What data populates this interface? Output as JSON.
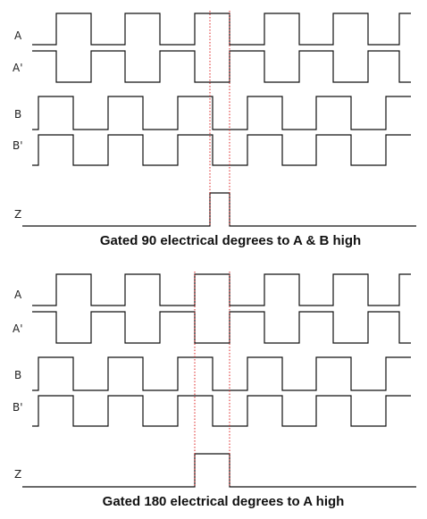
{
  "panels": [
    {
      "id": "gated-90",
      "caption": "Gated 90 electrical degrees to A & B high",
      "signals": {
        "a": "A",
        "a_bar": "A'",
        "b": "B",
        "b_bar": "B'",
        "z": "Z"
      }
    },
    {
      "id": "gated-180",
      "caption": "Gated 180 electrical degrees to A high",
      "signals": {
        "a": "A",
        "a_bar": "A'",
        "b": "B",
        "b_bar": "B'",
        "z": "Z"
      }
    }
  ],
  "colors": {
    "waveform": "#111111",
    "marker": "#dd2222"
  }
}
